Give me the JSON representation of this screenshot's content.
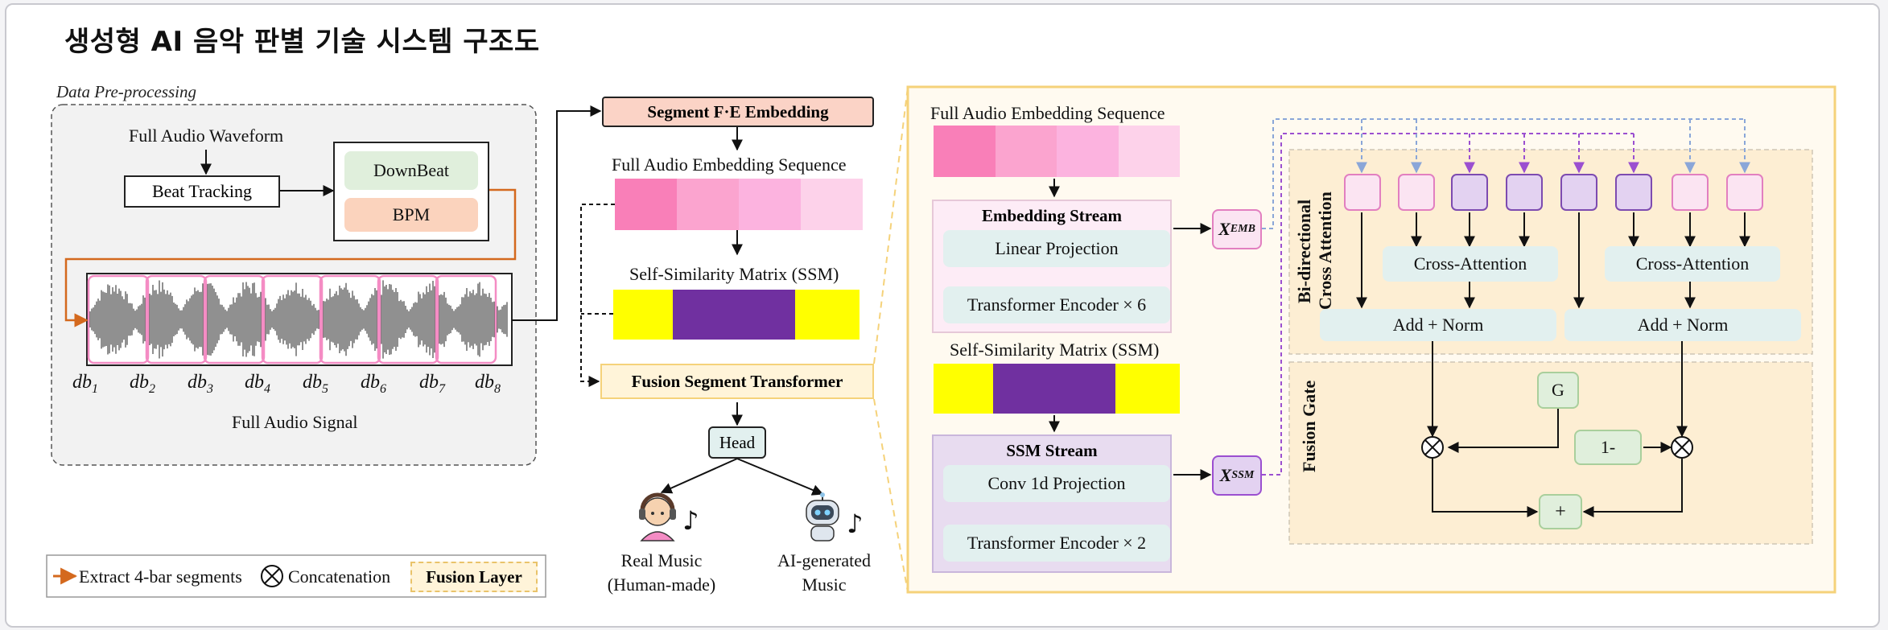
{
  "title": "생성형 AI 음악 판별 기술 시스템 구조도",
  "colors": {
    "accent_orange": "#d4691e",
    "fusion_border": "#f5d27a",
    "pink_dark": "#f97fb8",
    "purple": "#7030a0",
    "yellow": "#ffff00",
    "teal_box": "#e2f0ef",
    "green_box": "#e0efdc"
  },
  "preprocessing": {
    "section_label": "Data Pre-processing",
    "waveform_label": "Full Audio Waveform",
    "beat_tracking": "Beat Tracking",
    "downbeat": "DownBeat",
    "bpm": "BPM",
    "signal_label": "Full Audio Signal",
    "bars": [
      "db",
      "db",
      "db",
      "db",
      "db",
      "db",
      "db",
      "db"
    ],
    "bar_indices": [
      "1",
      "2",
      "3",
      "4",
      "5",
      "6",
      "7",
      "8"
    ]
  },
  "middle": {
    "segment_embedding": "Segment F·E Embedding",
    "embedding_seq_label": "Full Audio Embedding Sequence",
    "ssm_label": "Self-Similarity Matrix (SSM)",
    "fusion_transformer": "Fusion Segment Transformer",
    "head": "Head",
    "real_music_line1": "Real Music",
    "real_music_line2": "(Human-made)",
    "ai_music_line1": "AI-generated",
    "ai_music_line2": "Music"
  },
  "legend": {
    "extract": "Extract 4-bar segments",
    "concat": "Concatenation",
    "fusion_layer": "Fusion Layer"
  },
  "fusion": {
    "embedding_seq_label": "Full Audio Embedding Sequence",
    "embedding_stream": {
      "title": "Embedding Stream",
      "step1": "Linear Projection",
      "step2": "Transformer Encoder × 6"
    },
    "ssm_label": "Self-Similarity Matrix (SSM)",
    "ssm_stream": {
      "title": "SSM Stream",
      "step1": "Conv 1d Projection",
      "step2": "Transformer Encoder × 2"
    },
    "x_emb": "X",
    "x_emb_sub": "EMB",
    "x_ssm": "X",
    "x_ssm_sub": "SSM",
    "bi_cross_line1": "Bi-directional",
    "bi_cross_line2": "Cross Attention",
    "cross_attention_left": "Cross-Attention",
    "cross_attention_right": "Cross-Attention",
    "add_norm_left": "Add + Norm",
    "add_norm_right": "Add + Norm",
    "fusion_gate": "Fusion Gate",
    "gate_g": "G",
    "gate_one_minus": "1-",
    "gate_plus": "+"
  }
}
